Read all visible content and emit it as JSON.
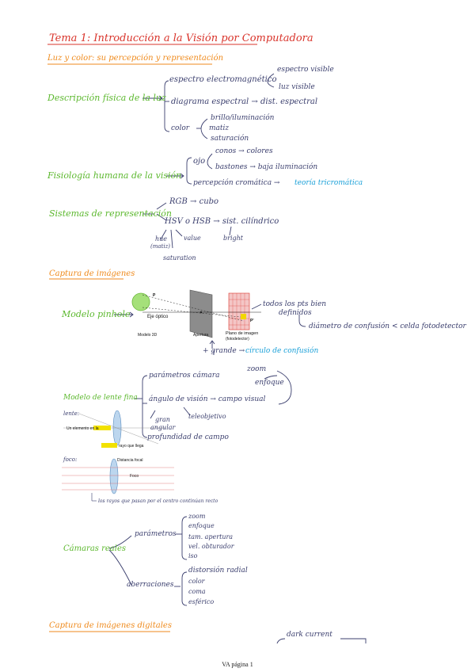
{
  "colors": {
    "title": "#d9342b",
    "section": "#ef8a1c",
    "concept": "#5cb82e",
    "ink": "#3b3f6e",
    "highlight": "#1aa0d8"
  },
  "title": "Tema 1: Introducción a la Visión por Computadora",
  "s1": {
    "heading": "Luz y color: su percepción y representación",
    "desc": {
      "label": "Descripción física de la luz",
      "espectro": "espectro electromagnético",
      "visible": "espectro visible",
      "luz_visible": "luz visible",
      "diagrama": "diagrama espectral → dist. espectral",
      "color": "color",
      "brillo": "brillo/iluminación",
      "matiz": "matiz",
      "saturacion": "saturación"
    },
    "fisio": {
      "label": "Fisiología humana de la visión",
      "ojo": "ojo",
      "conos": "conos → colores",
      "bastones": "bastones → baja iluminación",
      "percepcion": "percepción cromática →",
      "teoria": "teoría tricromática"
    },
    "sist": {
      "label": "Sistemas de representación",
      "rgb": "RGB → cubo",
      "hsv": "HSV o HSB → sist. cilíndrico",
      "hue": "hue",
      "hue2": "(matiz)",
      "value": "value",
      "bright": "bright",
      "saturation": "saturation"
    }
  },
  "s2": {
    "heading": "Captura de imágenes",
    "pinhole": {
      "label": "Modelo pinhole",
      "todos": "todos los pts bien",
      "definidos": "definidos",
      "diametro": "diámetro de confusión < celda fotodetector",
      "grande": "+ grande →",
      "circulo": "círculo de confusión",
      "p_left": "P",
      "p_right": "P'",
      "eje": "Eje óptico",
      "modelo3d": "Modelo 3D",
      "apertura": "Apertura",
      "plano": "Plano de imagen",
      "foto": "(fotodetector)"
    },
    "lente": {
      "label": "Modelo de lente fina",
      "parametros": "parámetros cámara",
      "zoom": "zoom",
      "enfoque": "enfoque",
      "angulo": "ángulo de visión → campo visual",
      "gran": "gran",
      "angular": "angular",
      "tele": "teleobjetivo",
      "profundidad": "profundidad de campo",
      "lente1": "lente:",
      "lente2": "foco:",
      "txt1": "Un elemento en la",
      "txt2": "rayo que llega",
      "txt3": "Distancia focal",
      "txt4": "Foco",
      "nota": "los rayos que pasan por el centro continúan recto"
    },
    "reales": {
      "label": "Cámaras reales",
      "parametros": "parámetros",
      "param_items": [
        "zoom",
        "enfoque",
        "tam. apertura",
        "vel. obturador",
        "iso"
      ],
      "aberraciones": "aberraciones",
      "aber_items": [
        "distorsión radial",
        "color",
        "coma",
        "esférico"
      ]
    }
  },
  "s3": {
    "heading": "Captura de imágenes digitales",
    "dark": "dark current"
  },
  "footer": "VA página 1"
}
